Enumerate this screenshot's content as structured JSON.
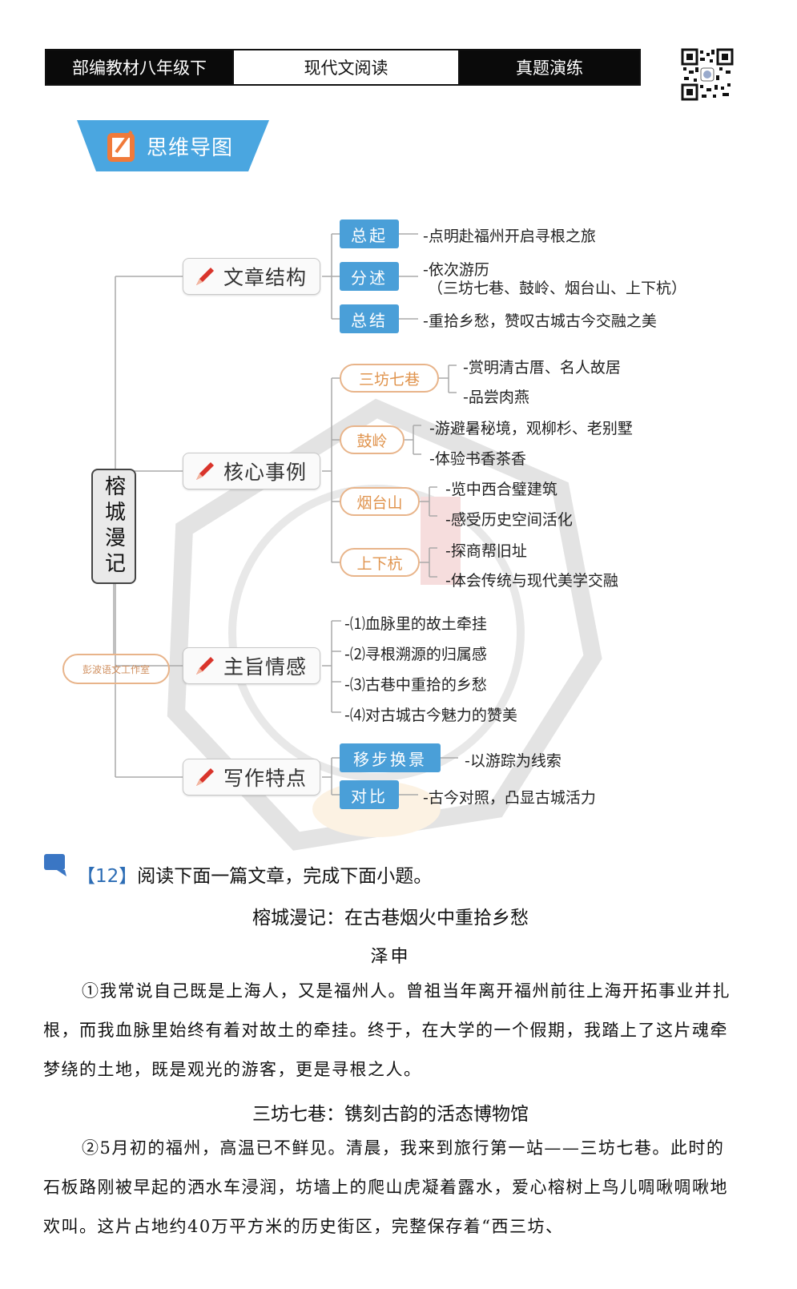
{
  "header": {
    "left": "部编教材八年级下",
    "middle": "现代文阅读",
    "right": "真题演练"
  },
  "banner": {
    "title": "思维导图"
  },
  "mindmap": {
    "root": "榕城漫记",
    "stamp": "彭波语文工作室",
    "branches": [
      {
        "label": "文章结构",
        "children": [
          {
            "tag": "总起",
            "leaves": [
              "-点明赴福州开启寻根之旅"
            ]
          },
          {
            "tag": "分述",
            "leaves": [
              "-依次游历",
              "（三坊七巷、鼓岭、烟台山、上下杭）"
            ]
          },
          {
            "tag": "总结",
            "leaves": [
              "-重拾乡愁，赞叹古城古今交融之美"
            ]
          }
        ]
      },
      {
        "label": "核心事例",
        "children": [
          {
            "tag": "三坊七巷",
            "leaves": [
              "-赏明清古厝、名人故居",
              "-品尝肉燕"
            ]
          },
          {
            "tag": "鼓岭",
            "leaves": [
              "-游避暑秘境，观柳杉、老别墅",
              "-体验书香茶香"
            ]
          },
          {
            "tag": "烟台山",
            "leaves": [
              "-览中西合璧建筑",
              "-感受历史空间活化"
            ]
          },
          {
            "tag": "上下杭",
            "leaves": [
              "-探商帮旧址",
              "-体会传统与现代美学交融"
            ]
          }
        ]
      },
      {
        "label": "主旨情感",
        "leaves": [
          "-⑴血脉里的故土牵挂",
          "-⑵寻根溯源的归属感",
          "-⑶古巷中重拾的乡愁",
          "-⑷对古城古今魅力的赞美"
        ]
      },
      {
        "label": "写作特点",
        "children": [
          {
            "tag": "移步换景",
            "leaves": [
              "-以游踪为线索"
            ]
          },
          {
            "tag": "对比",
            "leaves": [
              "-古今对照，凸显古城活力"
            ]
          }
        ]
      }
    ]
  },
  "question": {
    "number": "【12】",
    "instruction": "阅读下面一篇文章，完成下面小题。",
    "title": "榕城漫记：在古巷烟火中重拾乡愁",
    "author": "泽申",
    "p1": "①我常说自己既是上海人，又是福州人。曾祖当年离开福州前往上海开拓事业并扎根，而我血脉里始终有着对故土的牵挂。终于，在大学的一个假期，我踏上了这片魂牵梦绕的土地，既是观光的游客，更是寻根之人。",
    "subtitle": "三坊七巷：镌刻古韵的活态博物馆",
    "p2": "②5月初的福州，高温已不鲜见。清晨，我来到旅行第一站——三坊七巷。此时的石板路刚被早起的洒水车浸润，坊墙上的爬山虎凝着露水，爱心榕树上鸟儿啁啾啁啾地欢叫。这片占地约40万平方米的历史街区，完整保存着“西三坊、"
  },
  "colors": {
    "blue_tag": "#4a9fd8",
    "orange_tag": "#e0944e",
    "pen_red": "#d9342b",
    "number_blue": "#2d6db5"
  }
}
